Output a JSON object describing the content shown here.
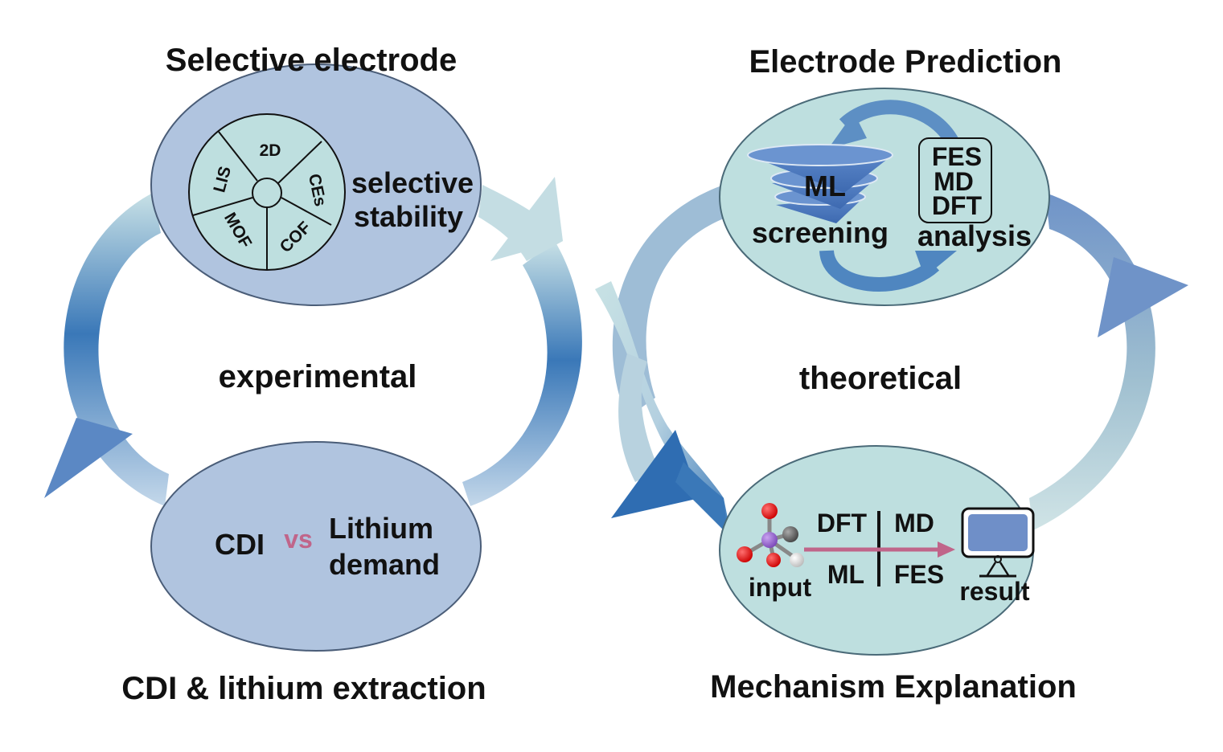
{
  "titles": {
    "top_left": "Selective electrode",
    "top_right": "Electrode Prediction",
    "bottom_left": "CDI & lithium extraction",
    "bottom_right": "Mechanism Explanation"
  },
  "loop_labels": {
    "left": "experimental",
    "right": "theoretical"
  },
  "selective_electrode": {
    "wheel_segments": [
      "2D",
      "CEs",
      "COF",
      "MOF",
      "LIS"
    ],
    "label_line1": "selective",
    "label_line2": "stability"
  },
  "cdi_bubble": {
    "left": "CDI",
    "vs": "vs",
    "right_line1": "Lithium",
    "right_line2": "demand"
  },
  "prediction_bubble": {
    "funnel_label": "ML",
    "screening": "screening",
    "methods": [
      "FES",
      "MD",
      "DFT"
    ],
    "analysis": "analysis"
  },
  "mechanism_bubble": {
    "input": "input",
    "result": "result",
    "grid": {
      "top_left": "DFT",
      "top_right": "MD",
      "bottom_left": "ML",
      "bottom_right": "FES"
    }
  },
  "colors": {
    "bubble_blue": "#b0c4df",
    "bubble_teal": "#bedfdf",
    "arrow_dark": "#3a78b8",
    "arrow_light": "#c8e1e6",
    "vs_pink": "#c0658a",
    "arrow_pink": "#c0658a",
    "oxygen_red": "#dd0000",
    "center_purple": "#8a5cc0"
  }
}
